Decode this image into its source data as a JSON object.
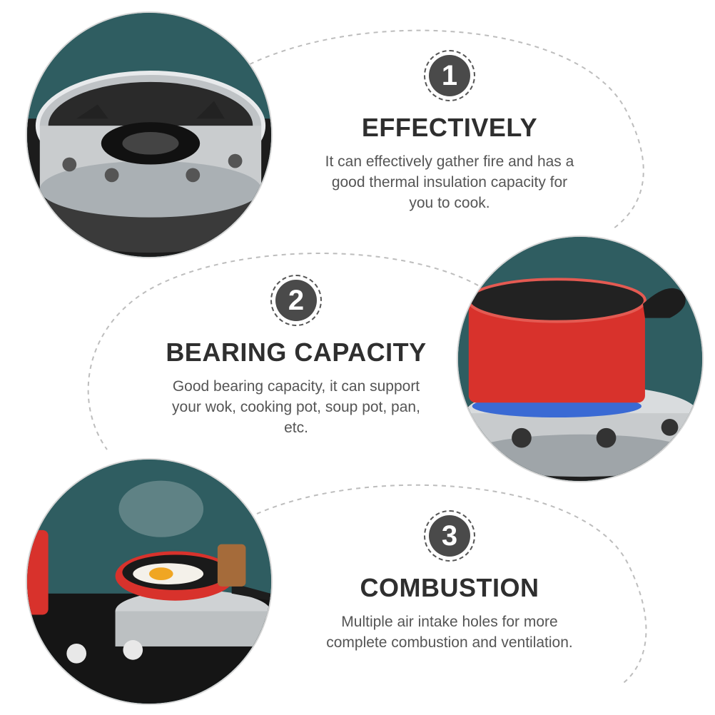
{
  "colors": {
    "badge": "#4a4a4a",
    "title": "#2f2f2f",
    "text": "#555555",
    "dash": "#bdbdbd",
    "wall": "#2f5d61",
    "pot_red": "#d8322c"
  },
  "features": [
    {
      "number": "1",
      "title": "EFFECTIVELY",
      "line1": "It can effectively gather fire and has a",
      "line2": "good thermal insulation capacity for",
      "line3": "you to cook."
    },
    {
      "number": "2",
      "title": "BEARING CAPACITY",
      "line1": "Good bearing capacity, it can support",
      "line2": "your wok, cooking pot, soup pot, pan,",
      "line3": "etc."
    },
    {
      "number": "3",
      "title": "COMBUSTION",
      "line1": "Multiple air intake holes for more",
      "line2": "complete combustion and ventilation.",
      "line3": ""
    }
  ],
  "photos": [
    {
      "icon": "stainless-wind-ring-on-burner-photo"
    },
    {
      "icon": "red-pot-on-wind-ring-photo"
    },
    {
      "icon": "frying-pan-with-egg-photo"
    }
  ]
}
